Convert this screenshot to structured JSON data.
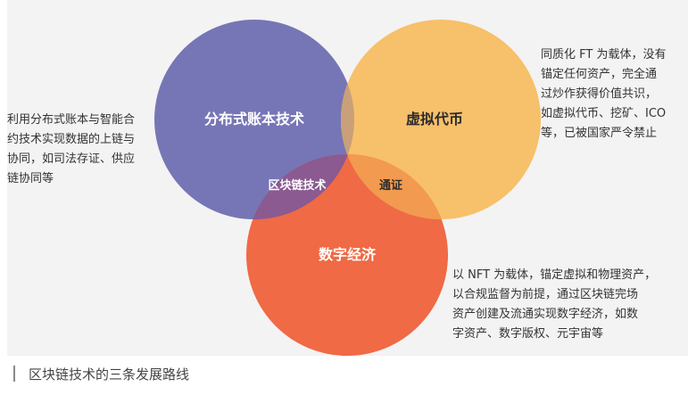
{
  "circles": {
    "distributed": {
      "label": "分布式账本技术",
      "color": "#6b6bb0"
    },
    "virtual": {
      "label": "虚拟代币",
      "color": "#f7c06a"
    },
    "digital": {
      "label": "数字经济",
      "color": "#ef6a45"
    }
  },
  "overlaps": {
    "blockchain": "区块链技术",
    "token": "通证"
  },
  "notes": {
    "left": [
      "利用分布式账本与智能合",
      "约技术实现数据的上链与",
      "协同，如司法存证、供应",
      "链协同等"
    ],
    "right_top": [
      "同质化 FT 为载体，没有",
      "锚定任何资产，完全通",
      "过炒作获得价值共识，",
      "如虚拟代币、挖矿、ICO",
      "等，已被国家严令禁止"
    ],
    "bottom": [
      "以 NFT 为载体，锚定虚拟和物理资产，",
      "以合规监督为前提，通过区块链完场",
      "资产创建及流通实现数字经济，如数",
      "字资产、数字版权、元宇宙等"
    ]
  },
  "caption": "区块链技术的三条发展路线"
}
